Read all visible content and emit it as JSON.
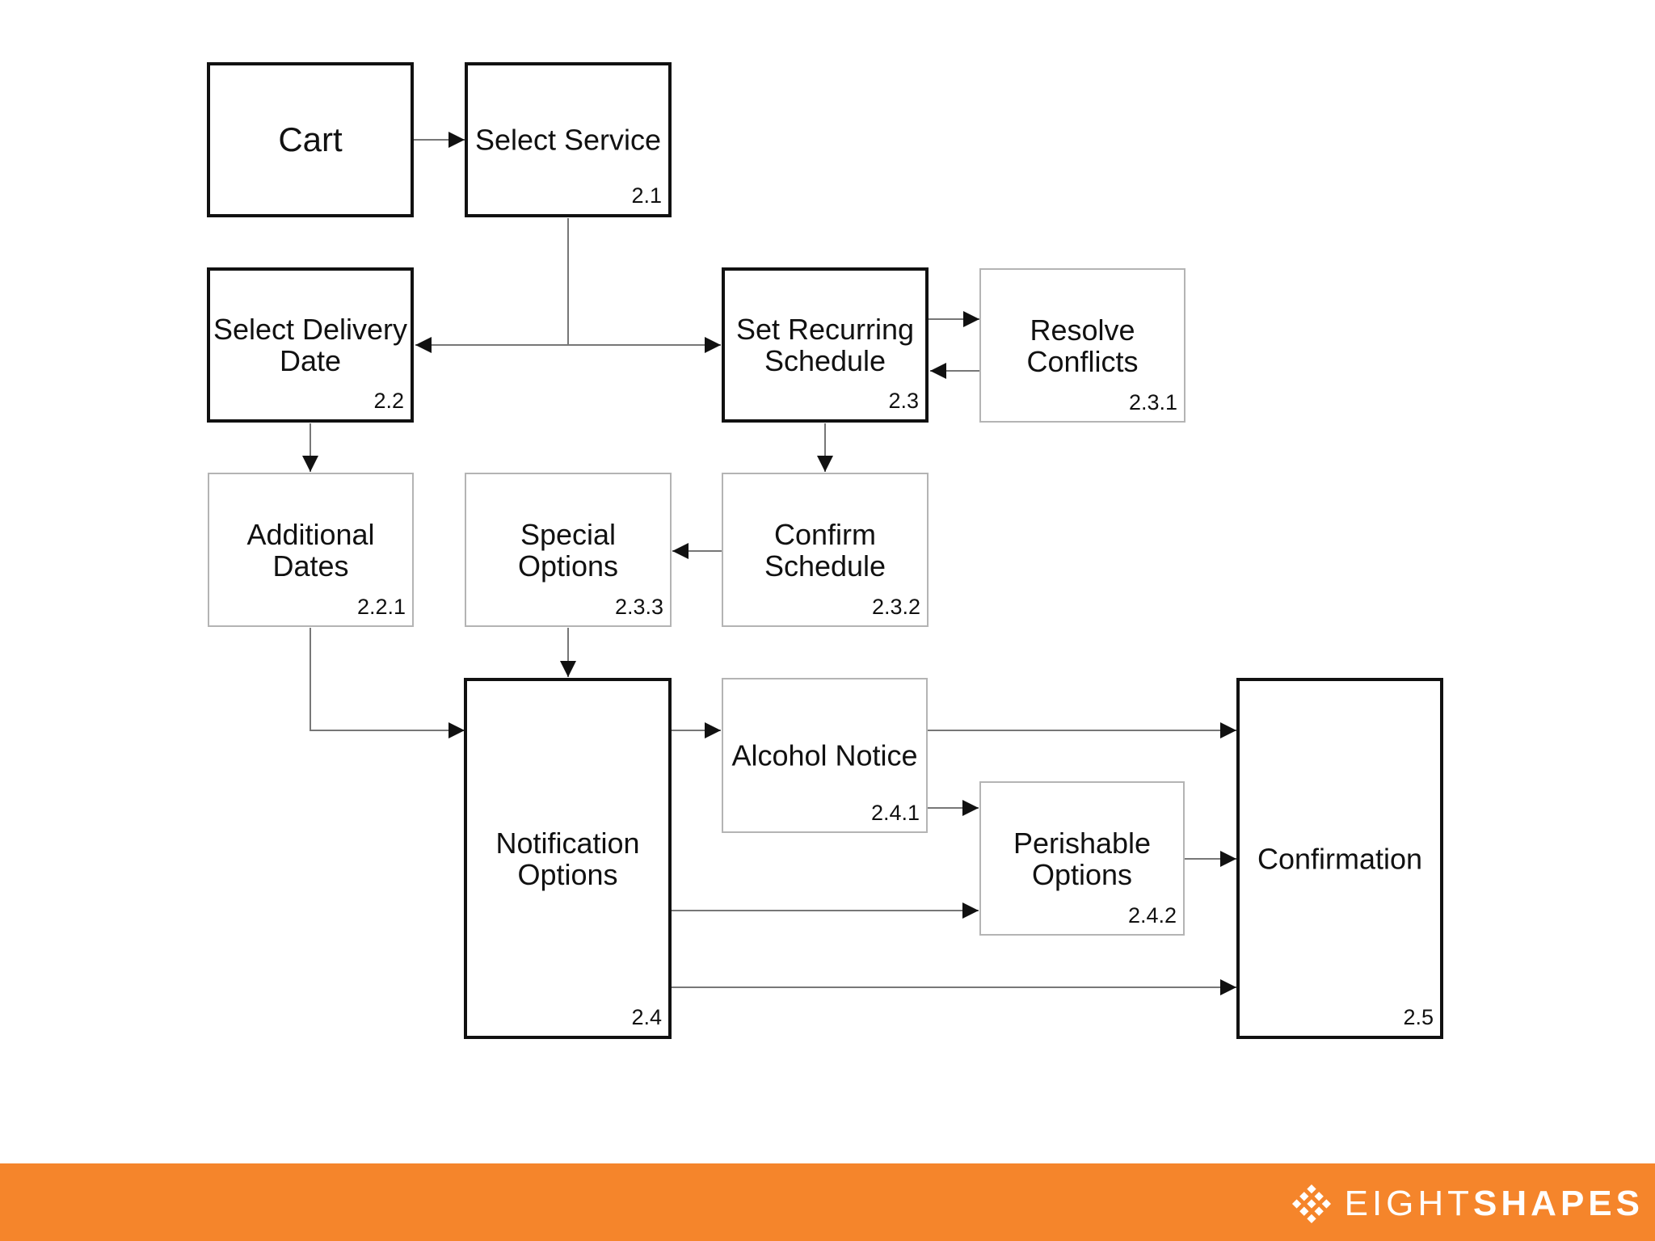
{
  "nodes": {
    "cart": {
      "label": "Cart"
    },
    "select_service": {
      "label": "Select Service",
      "number": "2.1"
    },
    "select_delivery_date": {
      "label": "Select Delivery\nDate",
      "number": "2.2"
    },
    "set_recurring_schedule": {
      "label": "Set Recurring\nSchedule",
      "number": "2.3"
    },
    "resolve_conflicts": {
      "label": "Resolve\nConflicts",
      "number": "2.3.1"
    },
    "additional_dates": {
      "label": "Additional\nDates",
      "number": "2.2.1"
    },
    "special_options": {
      "label": "Special\nOptions",
      "number": "2.3.3"
    },
    "confirm_schedule": {
      "label": "Confirm\nSchedule",
      "number": "2.3.2"
    },
    "notification_options": {
      "label": "Notification\nOptions",
      "number": "2.4"
    },
    "alcohol_notice": {
      "label": "Alcohol Notice",
      "number": "2.4.1"
    },
    "perishable_options": {
      "label": "Perishable\nOptions",
      "number": "2.4.2"
    },
    "confirmation": {
      "label": "Confirmation",
      "number": "2.5"
    }
  },
  "footer": {
    "brand_light": "EIGHT",
    "brand_bold": "SHAPES",
    "background_color": "#f5852b",
    "logo_icon": "diamond-lattice-icon"
  }
}
